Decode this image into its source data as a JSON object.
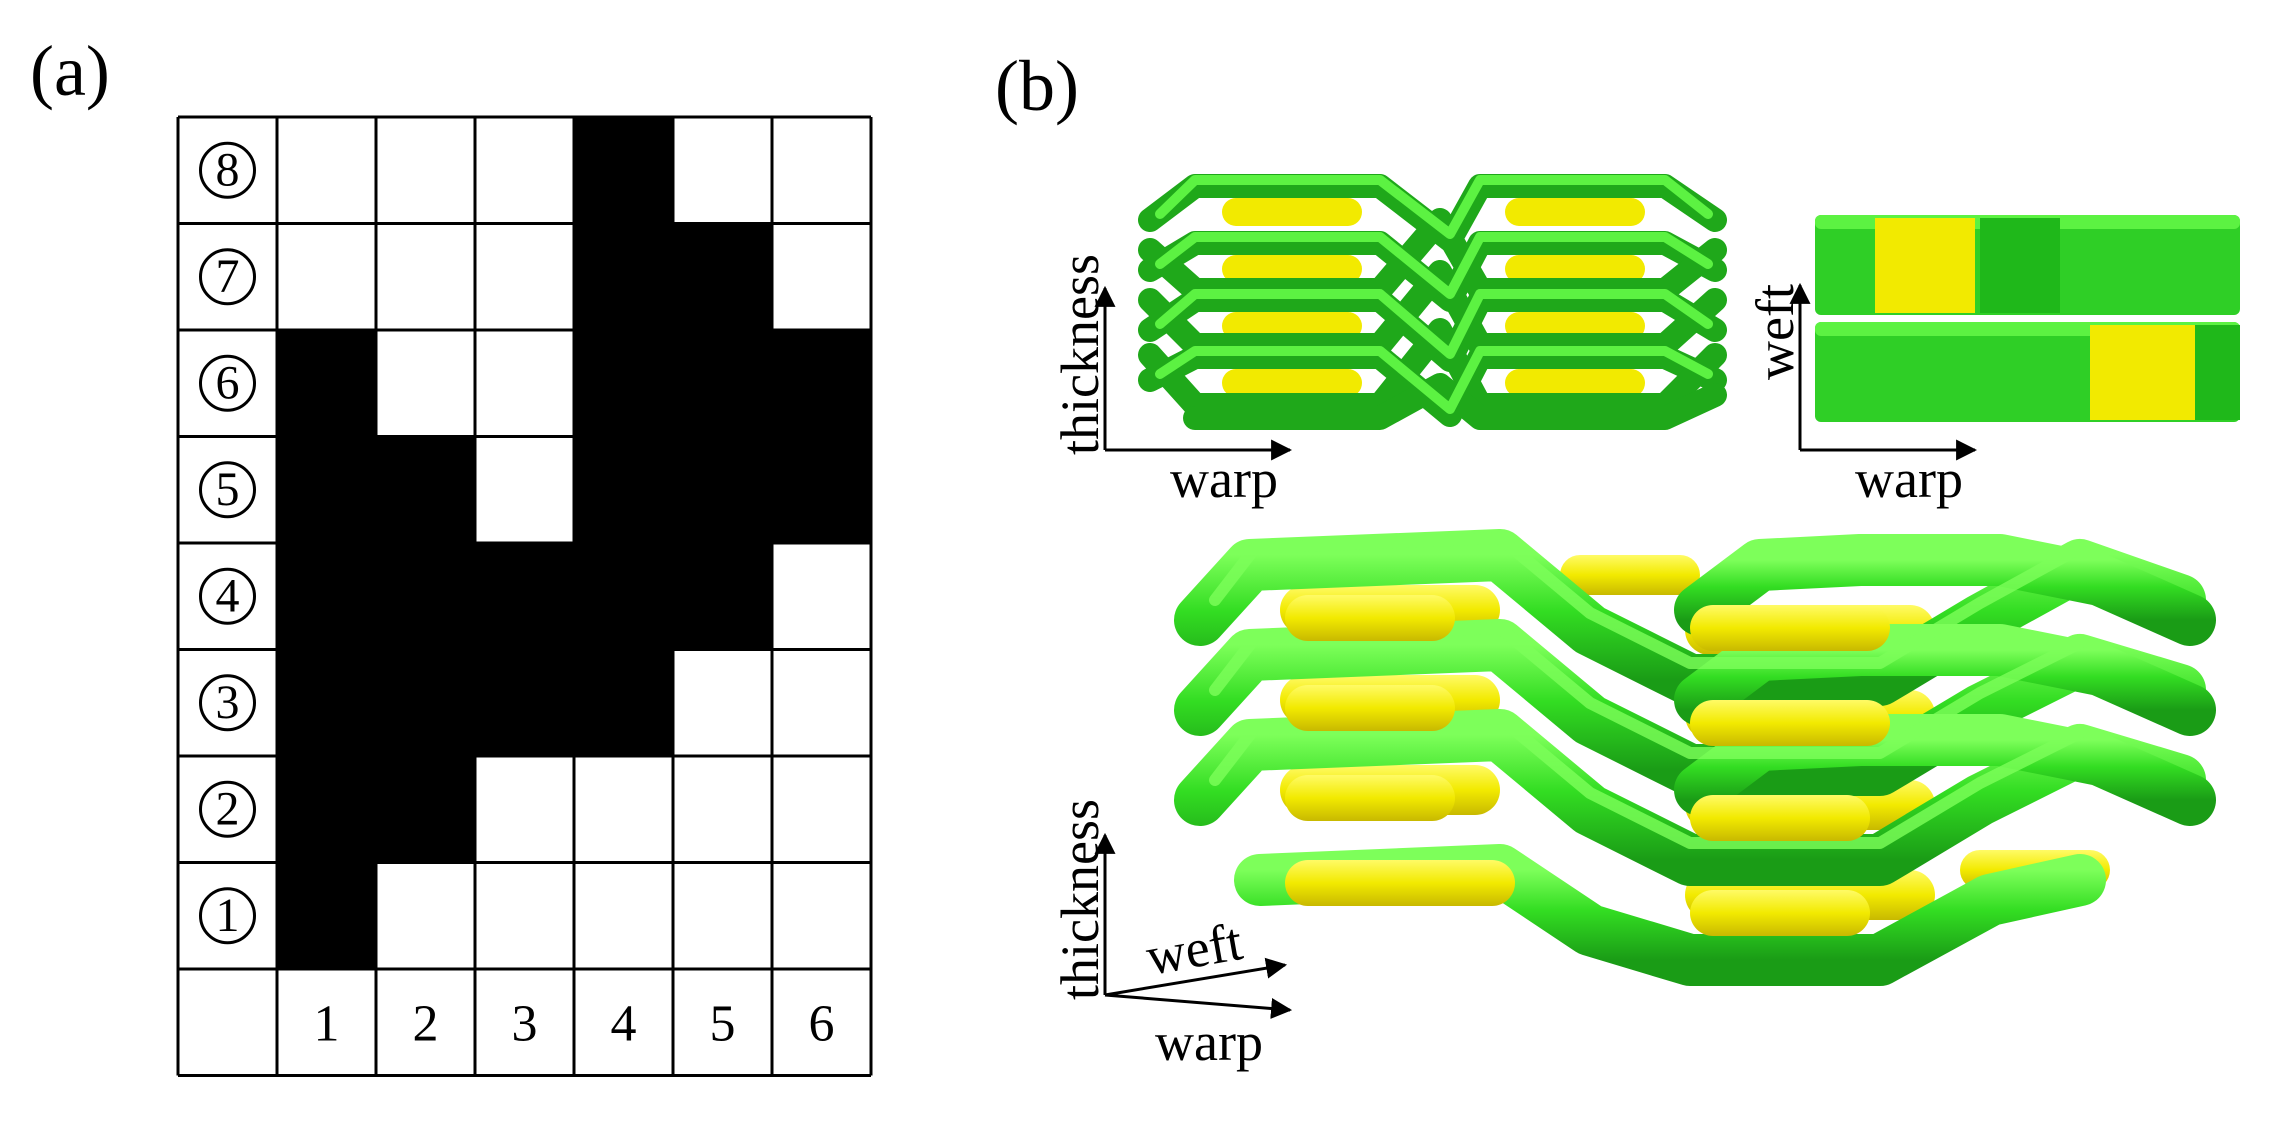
{
  "panel_a": {
    "label": "(a)",
    "rows": [
      "⑧",
      "⑦",
      "⑥",
      "⑤",
      "④",
      "③",
      "②",
      "①"
    ],
    "columns": [
      "1",
      "2",
      "3",
      "4",
      "5",
      "6"
    ],
    "filled": [
      [
        0,
        0,
        0,
        1,
        0,
        0
      ],
      [
        0,
        0,
        0,
        1,
        1,
        0
      ],
      [
        1,
        0,
        0,
        1,
        1,
        1
      ],
      [
        1,
        1,
        0,
        1,
        1,
        1
      ],
      [
        1,
        1,
        1,
        1,
        1,
        0
      ],
      [
        1,
        1,
        1,
        1,
        0,
        0
      ],
      [
        1,
        1,
        0,
        0,
        0,
        0
      ],
      [
        1,
        0,
        0,
        0,
        0,
        0
      ]
    ]
  },
  "panel_b": {
    "label": "(b)",
    "side_view": {
      "vertical_axis": "thickness",
      "horizontal_axis": "warp"
    },
    "top_view": {
      "vertical_axis": "weft",
      "horizontal_axis": "warp"
    },
    "iso_view": {
      "vertical_axis": "thickness",
      "depth_axis": "weft",
      "horizontal_axis": "warp"
    }
  },
  "colors": {
    "binder_green": "#33dd22",
    "binder_green_dark": "#1fa81a",
    "weft_yellow": "#f2ea00",
    "weft_yellow_dark": "#c8b900",
    "grid_fill": "#000000"
  }
}
